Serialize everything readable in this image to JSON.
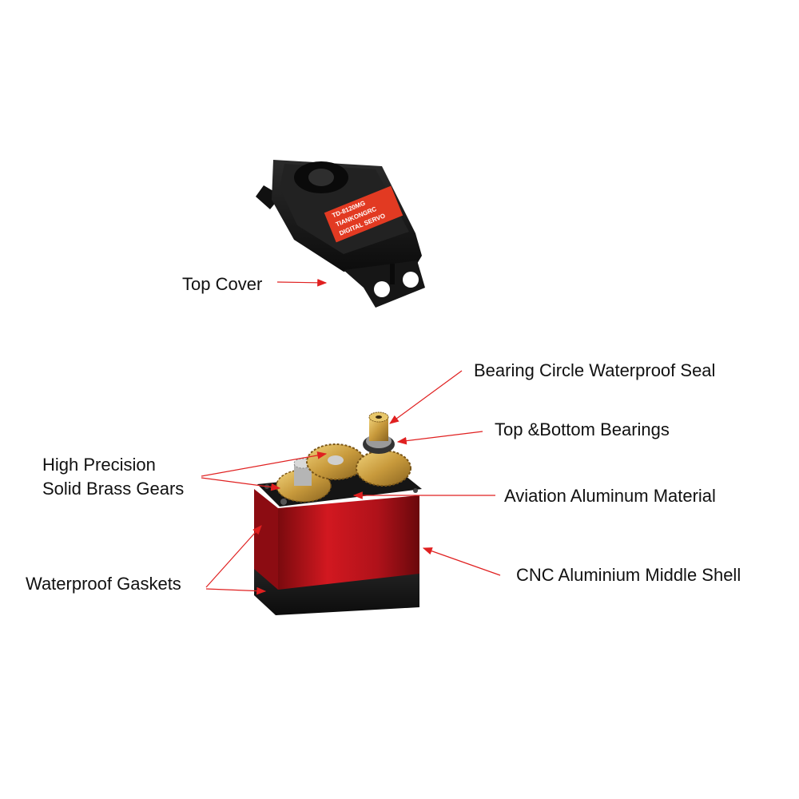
{
  "labels": {
    "top_cover": "Top Cover",
    "bearing_seal": "Bearing Circle Waterproof Seal",
    "bearings": "Top &Bottom Bearings",
    "gears_line1": "High Precision",
    "gears_line2": "Solid Brass Gears",
    "aluminum": "Aviation Aluminum Material",
    "middle_shell": "CNC Aluminium Middle Shell",
    "gaskets": "Waterproof Gaskets"
  },
  "cover_sticker": {
    "model": "TD-8120MG",
    "brand": "TIANKONGRC",
    "type": "DIGITAL SERVO"
  },
  "colors": {
    "arrow": "#e02020",
    "shell_red": "#c8141c",
    "brass": "#c9a04a",
    "plastic_black": "#1a1a1a"
  }
}
